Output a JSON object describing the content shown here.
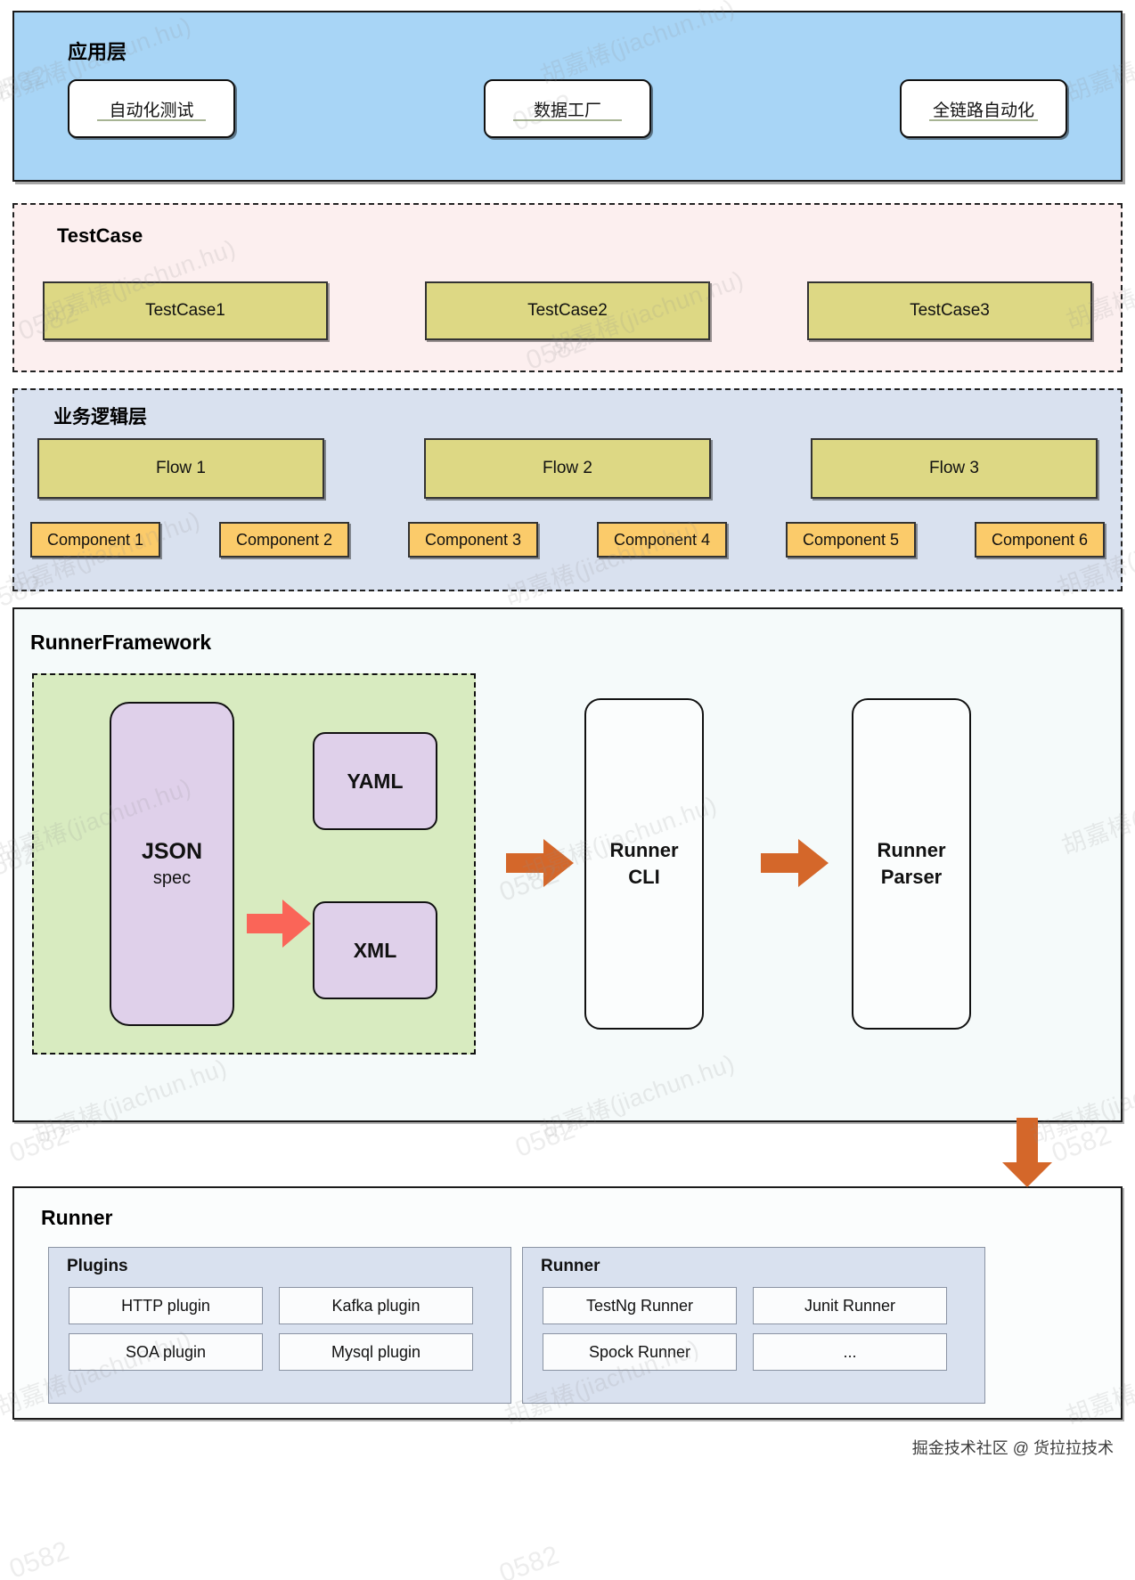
{
  "app_layer": {
    "title": "应用层",
    "boxes": [
      {
        "label": "自动化测试"
      },
      {
        "label": "数据工厂"
      },
      {
        "label": "全链路自动化"
      }
    ]
  },
  "testcase_layer": {
    "title": "TestCase",
    "boxes": [
      {
        "label": "TestCase1"
      },
      {
        "label": "TestCase2"
      },
      {
        "label": "TestCase3"
      }
    ]
  },
  "business_layer": {
    "title": "业务逻辑层",
    "flows": [
      {
        "label": "Flow 1"
      },
      {
        "label": "Flow 2"
      },
      {
        "label": "Flow 3"
      }
    ],
    "components": [
      {
        "label": "Component 1"
      },
      {
        "label": "Component 2"
      },
      {
        "label": "Component 3"
      },
      {
        "label": "Component 4"
      },
      {
        "label": "Component 5"
      },
      {
        "label": "Component 6"
      }
    ]
  },
  "runner_framework": {
    "title": "RunnerFramework",
    "spec": {
      "source_title": "JSON",
      "source_subtitle": "spec",
      "formats": [
        {
          "label": "YAML"
        },
        {
          "label": "XML"
        }
      ]
    },
    "stages": [
      {
        "line1": "Runner",
        "line2": "CLI"
      },
      {
        "line1": "Runner",
        "line2": "Parser"
      }
    ],
    "arrows": {
      "convert_icon": "arrow-right-icon",
      "flow_icon": "arrow-right-icon",
      "down_icon": "arrow-down-icon"
    }
  },
  "runner": {
    "title": "Runner",
    "panels": [
      {
        "title": "Plugins",
        "items": [
          {
            "label": "HTTP plugin"
          },
          {
            "label": "Kafka plugin"
          },
          {
            "label": "SOA plugin"
          },
          {
            "label": "Mysql plugin"
          }
        ]
      },
      {
        "title": "Runner",
        "items": [
          {
            "label": "TestNg Runner"
          },
          {
            "label": "Junit Runner"
          },
          {
            "label": "Spock Runner"
          },
          {
            "label": "..."
          }
        ]
      }
    ]
  },
  "footer": {
    "text": "掘金技术社区 @ 货拉拉技术"
  },
  "watermarks": {
    "name": "胡嘉椿(jiachun.hu)",
    "code": "0582"
  },
  "colors": {
    "app_layer_bg": "#a8d5f6",
    "testcase_bg": "#fcefef",
    "business_bg": "#d9e1ef",
    "testcase_box": "#ddd884",
    "component_box": "#fbcb6a",
    "spec_zone": "#d8ebc0",
    "format_box": "#dfd0ea",
    "arrow_red": "#fa6558",
    "arrow_orange": "#d4672a",
    "panel_bg": "#d9e1ef"
  }
}
